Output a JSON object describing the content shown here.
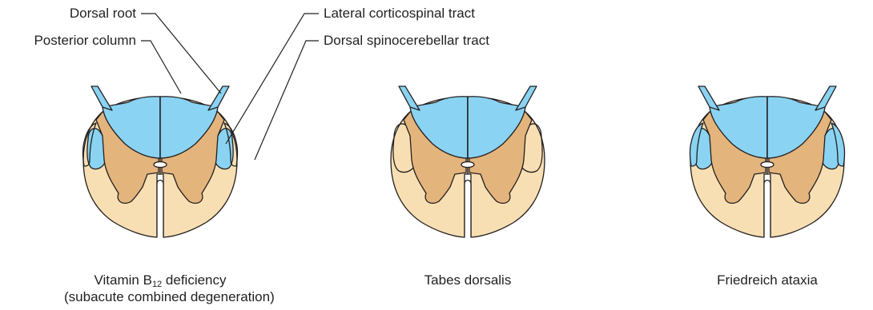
{
  "labels": {
    "dorsal_root": "Dorsal root",
    "posterior_column": "Posterior column",
    "lateral_corticospinal_tract": "Lateral corticospinal tract",
    "dorsal_spinocerebellar_tract": "Dorsal spinocerebellar tract"
  },
  "captions": {
    "vitamin_b12_pre": "Vitamin B",
    "vitamin_b12_sub": "12",
    "vitamin_b12_post": " deficiency",
    "vitamin_b12_line2": "(subacute combined degeneration)",
    "tabes": "Tabes dorsalis",
    "friedreich": "Friedreich ataxia"
  },
  "colors": {
    "white_matter": "#f8dfb3",
    "gray_matter": "#e3b47c",
    "affected": "#8ad3f2",
    "outline": "#231f20"
  },
  "sections": [
    {
      "name": "vitamin-b12-deficiency",
      "affected": [
        "posterior-column",
        "lateral-corticospinal-tract",
        "dorsal-root"
      ]
    },
    {
      "name": "tabes-dorsalis",
      "affected": [
        "posterior-column",
        "dorsal-root"
      ]
    },
    {
      "name": "friedreich-ataxia",
      "affected": [
        "posterior-column",
        "lateral-corticospinal-tract",
        "dorsal-spinocerebellar-tract",
        "dorsal-root"
      ]
    }
  ]
}
